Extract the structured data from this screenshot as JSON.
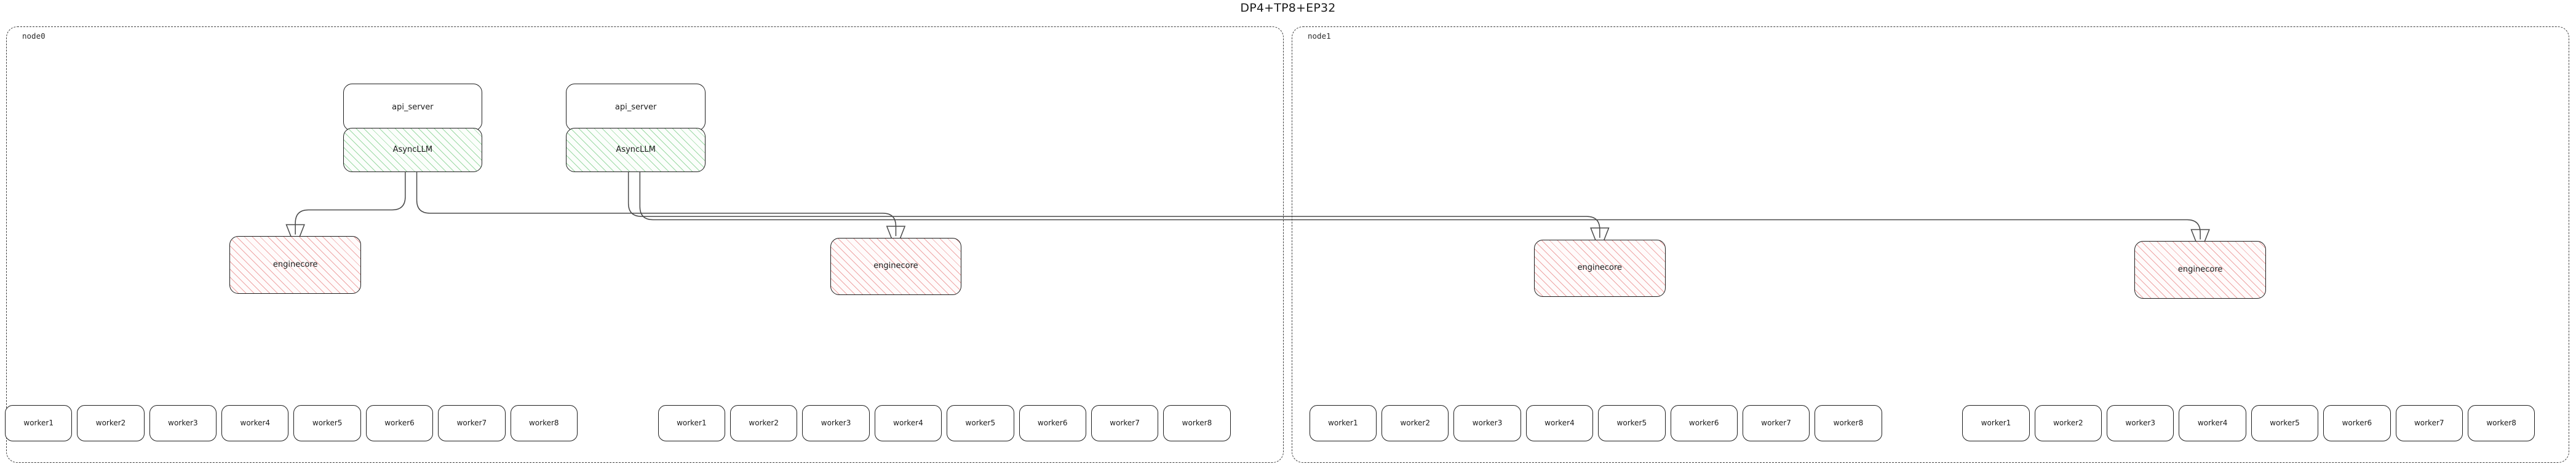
{
  "diagram": {
    "title": "DP4+TP8+EP32",
    "type": "architecture-tree",
    "nodes": [
      {
        "id": "node0",
        "label": "node0",
        "api_servers": [
          {
            "label": "api_server",
            "engine_label": "AsyncLLM"
          },
          {
            "label": "api_server",
            "engine_label": "AsyncLLM"
          }
        ],
        "enginecores": [
          {
            "label": "enginecore"
          },
          {
            "label": "enginecore"
          }
        ],
        "worker_groups": [
          {
            "workers": [
              "worker1",
              "worker2",
              "worker3",
              "worker4",
              "worker5",
              "worker6",
              "worker7",
              "worker8"
            ]
          },
          {
            "workers": [
              "worker1",
              "worker2",
              "worker3",
              "worker4",
              "worker5",
              "worker6",
              "worker7",
              "worker8"
            ]
          }
        ]
      },
      {
        "id": "node1",
        "label": "node1",
        "api_servers": [],
        "enginecores": [
          {
            "label": "enginecore"
          },
          {
            "label": "enginecore"
          }
        ],
        "worker_groups": [
          {
            "workers": [
              "worker1",
              "worker2",
              "worker3",
              "worker4",
              "worker5",
              "worker6",
              "worker7",
              "worker8"
            ]
          },
          {
            "workers": [
              "worker1",
              "worker2",
              "worker3",
              "worker4",
              "worker5",
              "worker6",
              "worker7",
              "worker8"
            ]
          }
        ]
      }
    ],
    "colors": {
      "api_server_fill": "#ffffff",
      "asyncllm_hatch": "#8cd296",
      "enginecore_hatch": "#eb9696",
      "worker_fill": "#ffffff",
      "border": "#1e1e1e",
      "container_border": "#3d3d3d",
      "connector": "#4a4a4a",
      "background": "#ffffff"
    }
  }
}
